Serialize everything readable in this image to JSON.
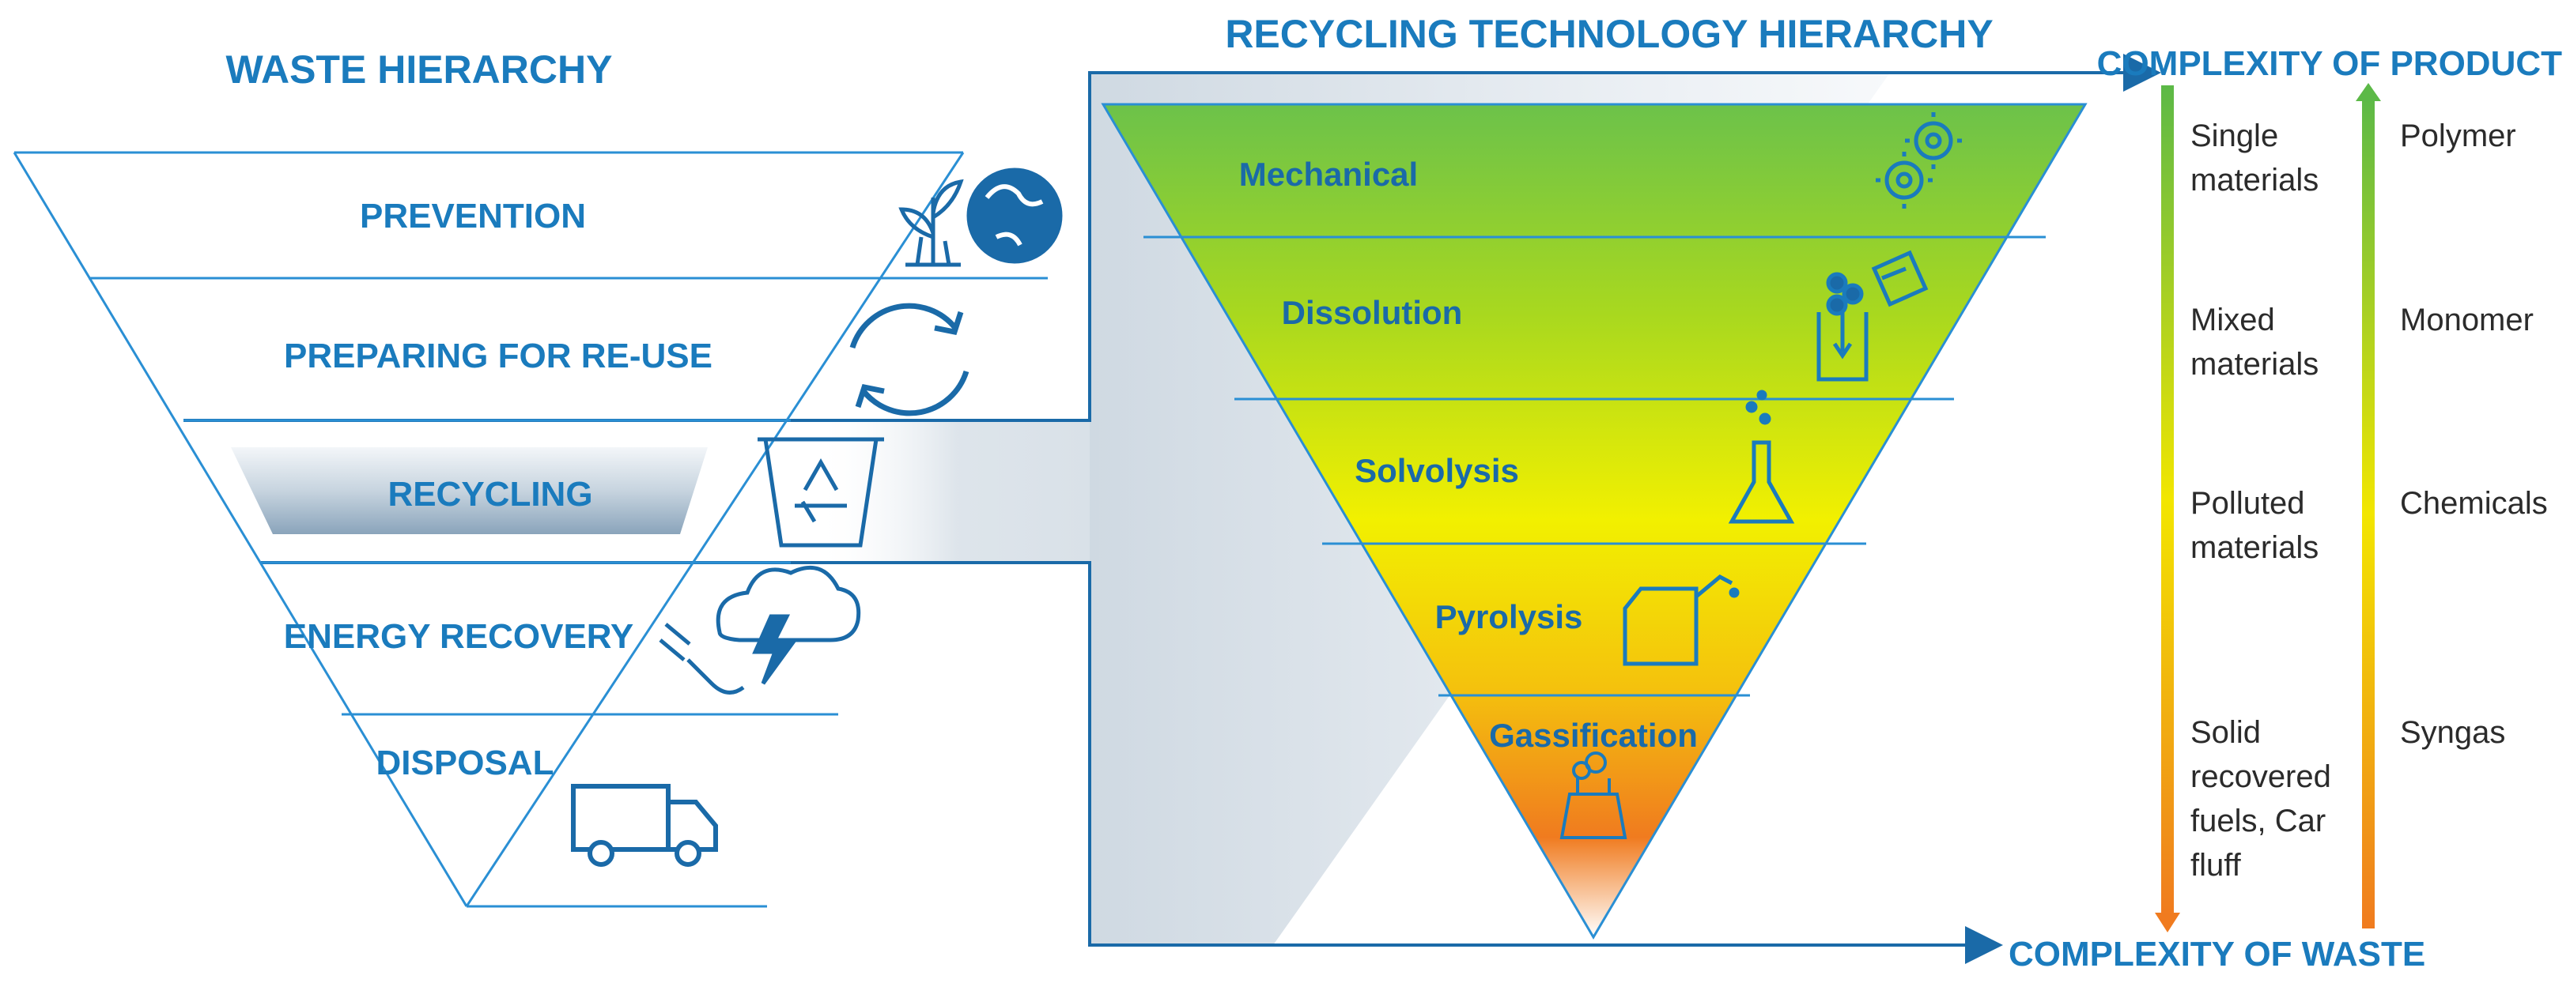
{
  "waste_hierarchy": {
    "title": "WASTE HIERARCHY",
    "levels": [
      {
        "label": "PREVENTION",
        "icon": "plant-globe-icon"
      },
      {
        "label": "PREPARING FOR RE-USE",
        "icon": "reuse-cycle-icon"
      },
      {
        "label": "RECYCLING",
        "icon": "recycle-bin-icon",
        "highlighted": true
      },
      {
        "label": "ENERGY RECOVERY",
        "icon": "plug-storm-icon"
      },
      {
        "label": "DISPOSAL",
        "icon": "truck-icon"
      }
    ]
  },
  "technology_hierarchy": {
    "title": "RECYCLING TECHNOLOGY HIERARCHY",
    "levels": [
      {
        "label": "Mechanical",
        "icon": "gears-icon"
      },
      {
        "label": "Dissolution",
        "icon": "dissolution-beaker-icon"
      },
      {
        "label": "Solvolysis",
        "icon": "flask-icon"
      },
      {
        "label": "Pyrolysis",
        "icon": "fuel-canister-icon"
      },
      {
        "label": "Gassification",
        "icon": "factory-icon"
      }
    ],
    "gradient_colors": [
      "#6cc24a",
      "#a8d81f",
      "#f2f000",
      "#f4c20d",
      "#f07b1f",
      "#ffffff"
    ]
  },
  "axes": {
    "product_label": "COMPLEXITY OF PRODUCT",
    "waste_label": "COMPLEXITY OF WASTE"
  },
  "waste_column": [
    "Single materials",
    "Mixed materials",
    "Polluted materials",
    "Solid recovered fuels, Car fluff"
  ],
  "product_column": [
    "Polymer",
    "Monomer",
    "Chemicals",
    "Syngas"
  ],
  "colors": {
    "accent_blue": "#1a7bbd",
    "outline_blue": "#2a8fd4",
    "green": "#5cb947",
    "orange": "#f07b1f"
  }
}
